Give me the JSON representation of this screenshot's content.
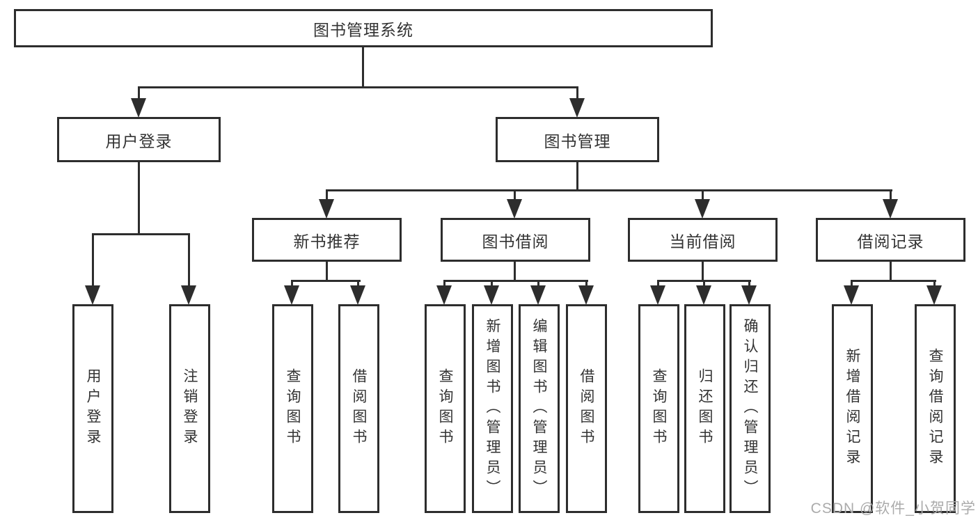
{
  "diagram_title": "图书管理系统",
  "tree": {
    "root": {
      "label": "图书管理系统"
    },
    "level2": [
      {
        "label": "用户登录"
      },
      {
        "label": "图书管理"
      }
    ],
    "level3": [
      {
        "label": "新书推荐"
      },
      {
        "label": "图书借阅"
      },
      {
        "label": "当前借阅"
      },
      {
        "label": "借阅记录"
      }
    ]
  },
  "leaves": {
    "login": [
      "用户登录",
      "注销登录"
    ],
    "recommend": [
      "查询图书",
      "借阅图书"
    ],
    "borrow": [
      "查询图书",
      "新增图书（管理员）",
      "编辑图书（管理员）",
      "借阅图书"
    ],
    "current": [
      "查询图书",
      "归还图书",
      "确认归还（管理员）"
    ],
    "records": [
      "新增借阅记录",
      "查询借阅记录"
    ]
  },
  "colors": {
    "line": "#2d2d2d",
    "text": "#333333",
    "watermark": "#ababab",
    "background": "#ffffff"
  },
  "watermark_text": "CSDN @软件_小贺同学"
}
